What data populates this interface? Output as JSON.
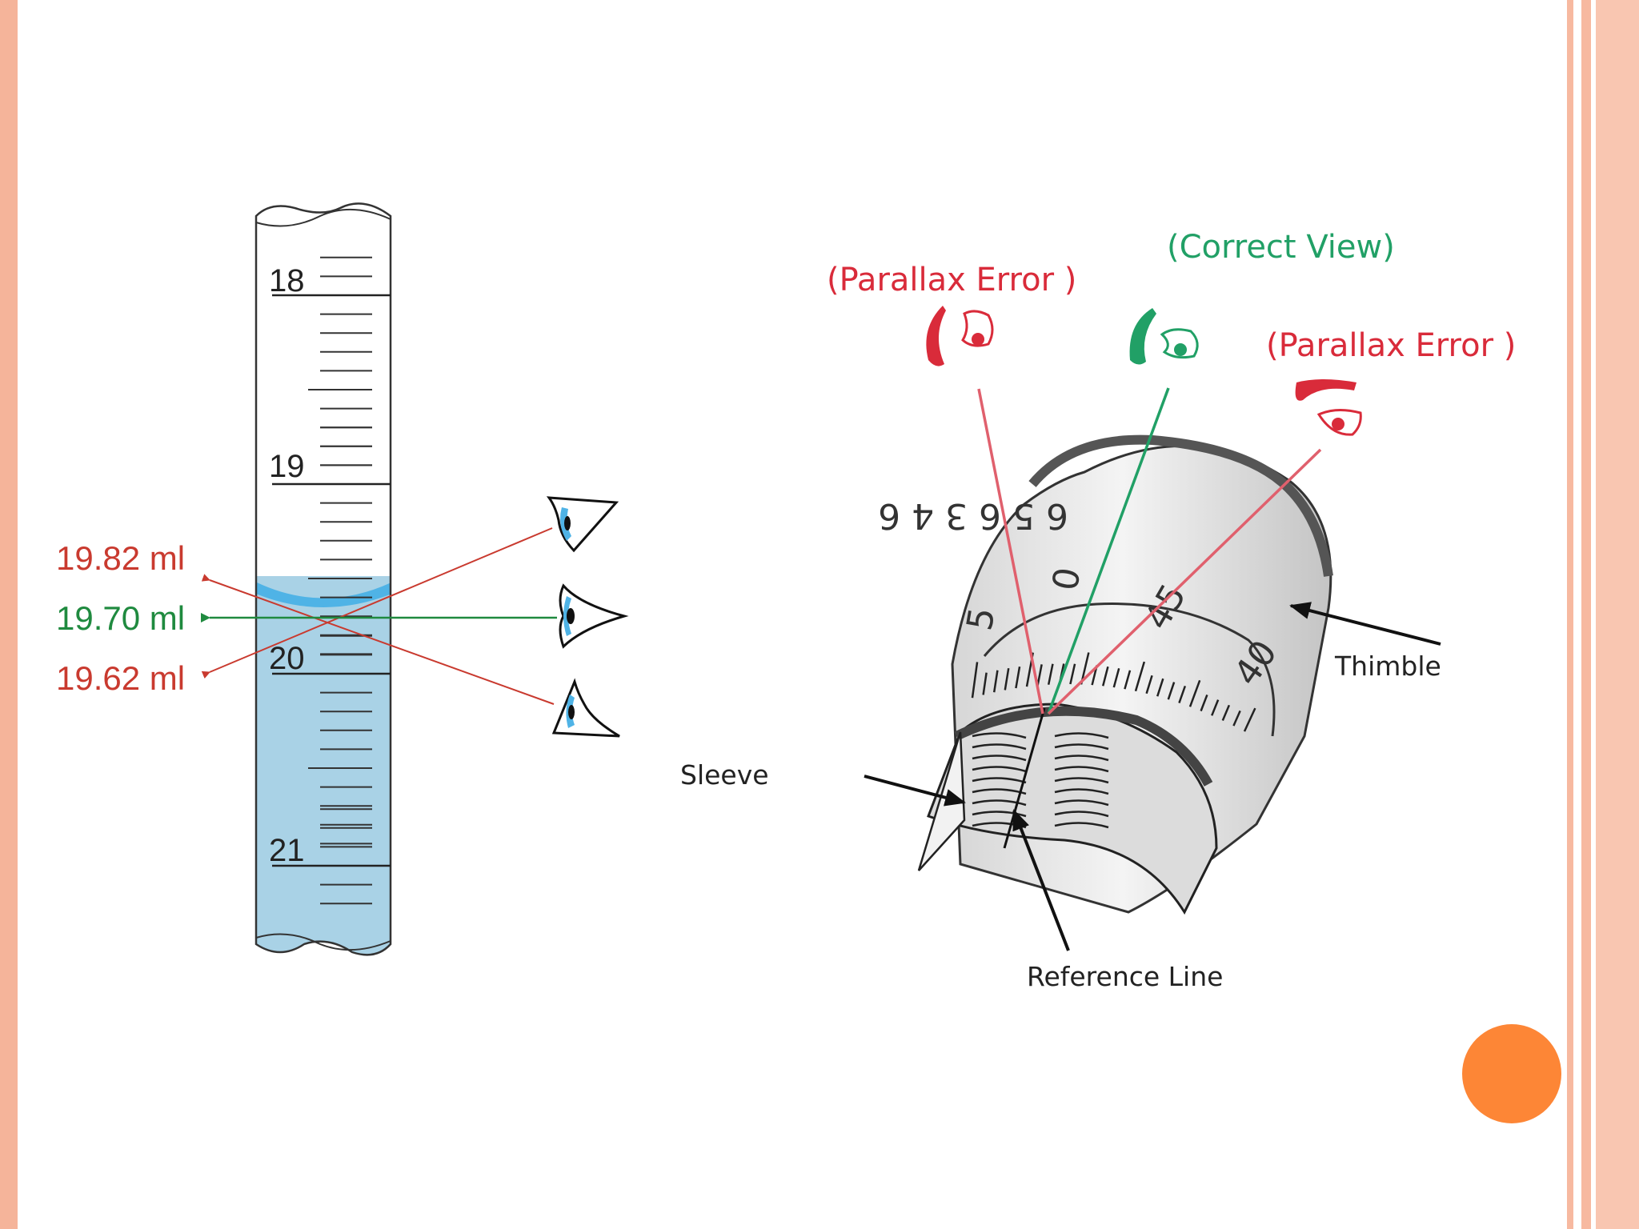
{
  "slide": {
    "accent_color": "#fd8636",
    "border_color": "#f5b49a"
  },
  "cylinder": {
    "scale_labels": [
      "18",
      "19",
      "20",
      "21"
    ],
    "liquid_color": "#a9d2e6",
    "meniscus_color": "#4fb3e6",
    "readings": [
      {
        "text": "19.82 ml",
        "color": "#c93a2f",
        "status": "parallax"
      },
      {
        "text": "19.70 ml",
        "color": "#1f8a3f",
        "status": "correct"
      },
      {
        "text": "19.62 ml",
        "color": "#c93a2f",
        "status": "parallax"
      }
    ]
  },
  "micrometer": {
    "parallax_left_label": "(Parallax Error )",
    "correct_label": "(Correct View)",
    "parallax_right_label": "(Parallax Error )",
    "rear_digits": "6 5 6 3 4 6",
    "thimble_numbers": [
      "5",
      "0",
      "45",
      "40"
    ],
    "thimble_label": "Thimble",
    "sleeve_label": "Sleeve",
    "reference_label": "Reference Line",
    "error_color": "#d92b3a",
    "correct_color": "#21a066"
  }
}
